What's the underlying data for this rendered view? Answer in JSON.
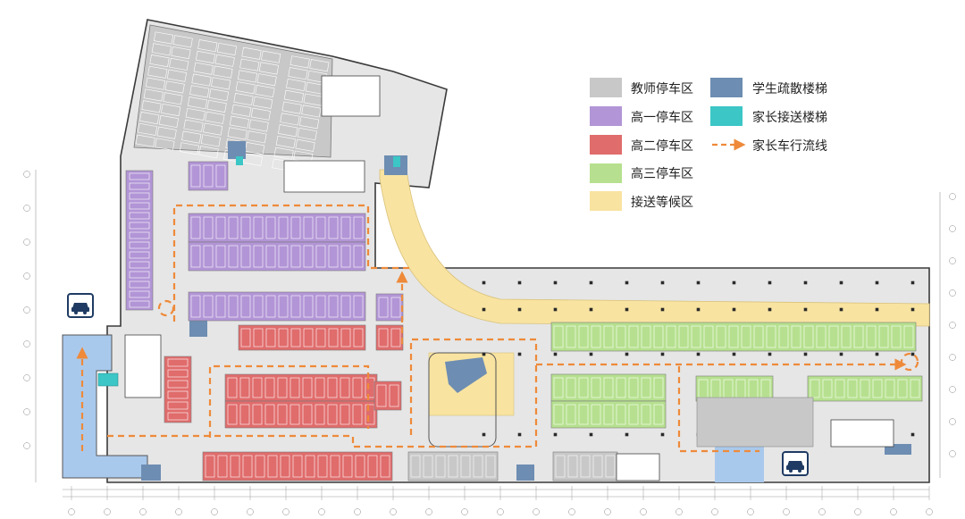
{
  "legend": {
    "items": [
      {
        "key": "teacher",
        "label": "教师停车区",
        "color": "#c8c8c8",
        "kind": "swatch"
      },
      {
        "key": "g1",
        "label": "高一停车区",
        "color": "#b295d6",
        "kind": "swatch"
      },
      {
        "key": "g2",
        "label": "高二停车区",
        "color": "#e06c6c",
        "kind": "swatch"
      },
      {
        "key": "g3",
        "label": "高三停车区",
        "color": "#b6e08f",
        "kind": "swatch"
      },
      {
        "key": "wait",
        "label": "接送等候区",
        "color": "#f8e3a1",
        "kind": "swatch"
      },
      {
        "key": "stairs",
        "label": "学生疏散楼梯",
        "color": "#6d8db2",
        "kind": "swatch"
      },
      {
        "key": "pickup",
        "label": "家长接送楼梯",
        "color": "#3cc6c6",
        "kind": "swatch"
      },
      {
        "key": "flow",
        "label": "家长车行流线",
        "color": "#ee8a3a",
        "kind": "arrow"
      }
    ]
  },
  "colors": {
    "floor": "#e6e6e6",
    "wall": "#3a3a3a",
    "ramp": "#a9c9ec",
    "car_icon": "#1f3b63"
  },
  "icons": {
    "car_left": "car-icon",
    "car_right": "car-icon"
  }
}
